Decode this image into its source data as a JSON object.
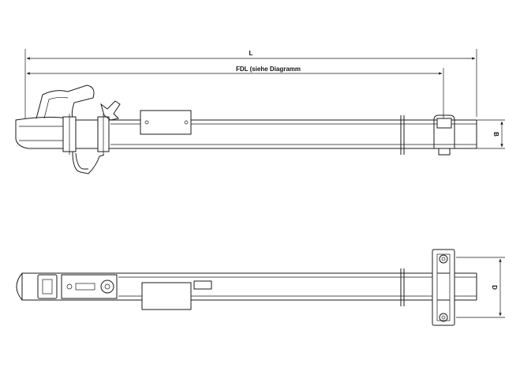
{
  "dimensions": {
    "overall_length_label": "L",
    "fdl_label": "FDL (siehe Diagramm",
    "height_label": "B",
    "width_label": "D"
  },
  "colors": {
    "line": "#1a1a1a",
    "background": "#ffffff"
  }
}
